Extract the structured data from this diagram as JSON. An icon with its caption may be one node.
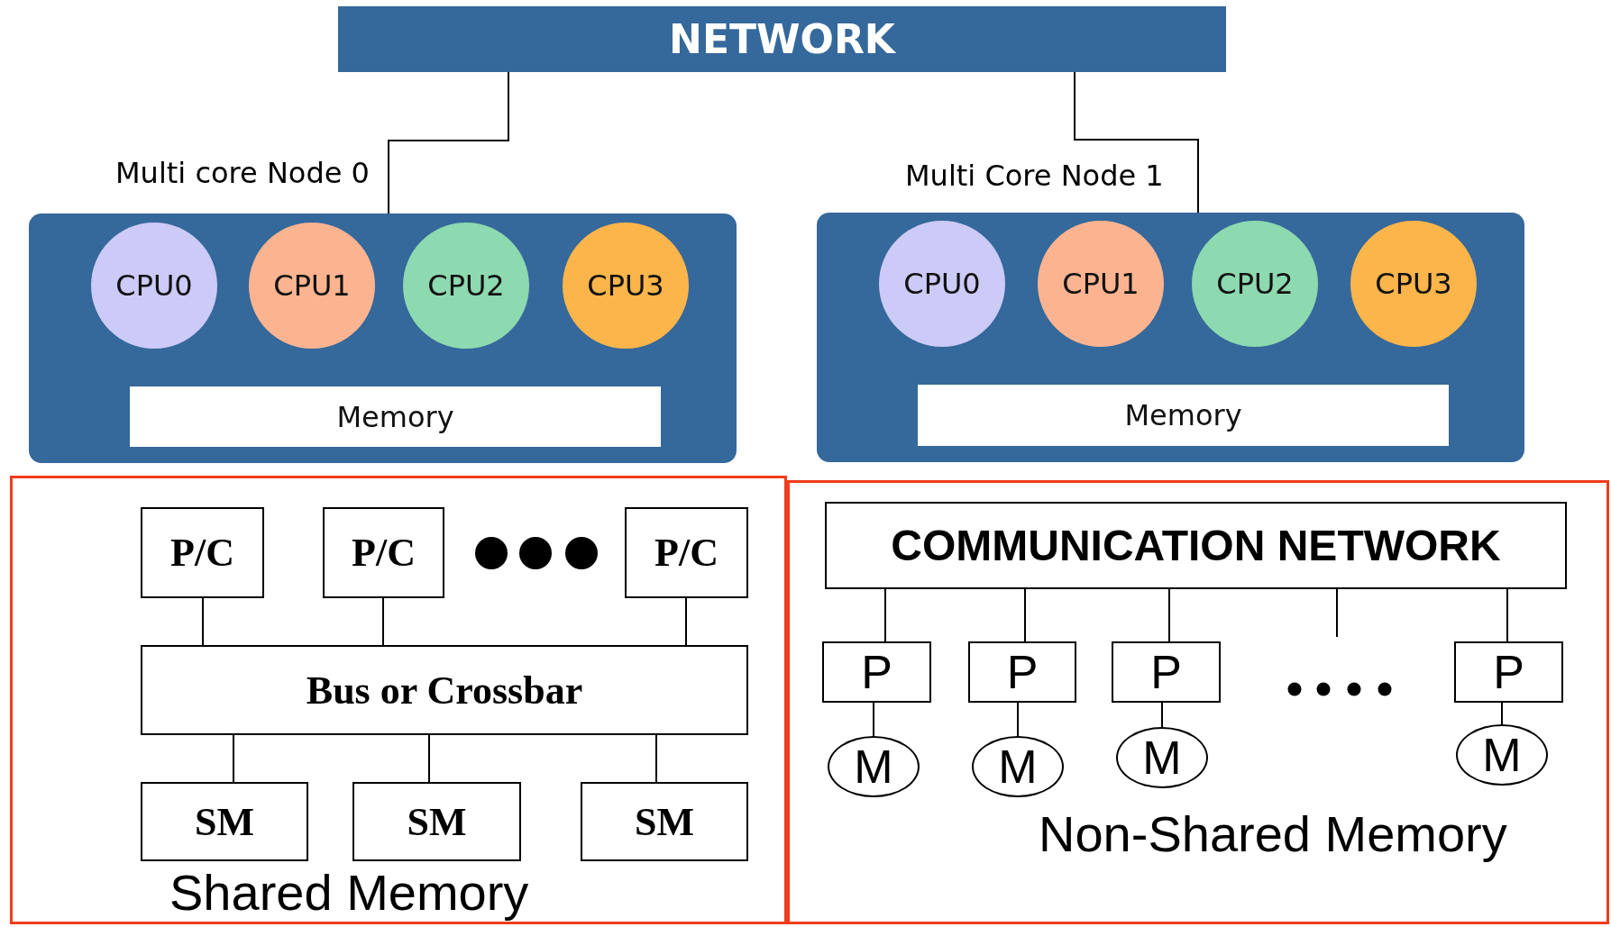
{
  "diagram": {
    "nodes": [
      {
        "text": [
          "NETWORK"
        ]
      },
      {
        "text": [
          "Multi core Node 0"
        ]
      },
      {
        "text": [
          "CPU0"
        ],
        "in": 1
      },
      {
        "text": [
          "CPU1"
        ],
        "in": 1
      },
      {
        "text": [
          "CPU2"
        ],
        "in": 1
      },
      {
        "text": [
          "CPU3"
        ],
        "in": 1
      },
      {
        "text": [
          "Memory"
        ],
        "in": 1
      },
      {
        "text": [
          "Multi Core Node 1"
        ]
      },
      {
        "text": [
          "CPU0"
        ],
        "in": 7
      },
      {
        "text": [
          "CPU1"
        ],
        "in": 7
      },
      {
        "text": [
          "CPU2"
        ],
        "in": 7
      },
      {
        "text": [
          "CPU3"
        ],
        "in": 7
      },
      {
        "text": [
          "Memory"
        ],
        "in": 7
      },
      {
        "text": [
          "Shared Memory"
        ]
      },
      {
        "text": [
          "P/C"
        ],
        "in": 13
      },
      {
        "text": [
          "P/C"
        ],
        "in": 13
      },
      {
        "text": [
          "P/C"
        ],
        "in": 13
      },
      {
        "text": [
          "Bus or Crossbar"
        ],
        "in": 13
      },
      {
        "text": [
          "SM"
        ],
        "in": 13
      },
      {
        "text": [
          "SM"
        ],
        "in": 13
      },
      {
        "text": [
          "SM"
        ],
        "in": 13
      },
      {
        "text": [
          "Non-Shared Memory"
        ]
      },
      {
        "text": [
          "COMMUNICATION NETWORK"
        ],
        "in": 21
      },
      {
        "text": [
          "P"
        ],
        "in": 21
      },
      {
        "text": [
          "P"
        ],
        "in": 21
      },
      {
        "text": [
          "P"
        ],
        "in": 21
      },
      {
        "text": [
          "P"
        ],
        "in": 21
      },
      {
        "text": [
          "M"
        ],
        "in": 21
      },
      {
        "text": [
          "M"
        ],
        "in": 21
      },
      {
        "text": [
          "M"
        ],
        "in": 21
      },
      {
        "text": [
          "M"
        ],
        "in": 21
      }
    ],
    "edges": [
      {
        "from": 0,
        "to": 1,
        "arrow": "none"
      },
      {
        "from": 0,
        "to": 7,
        "arrow": "none"
      },
      {
        "from": 14,
        "to": 17,
        "arrow": "none"
      },
      {
        "from": 15,
        "to": 17,
        "arrow": "none"
      },
      {
        "from": 16,
        "to": 17,
        "arrow": "none"
      },
      {
        "from": 17,
        "to": 18,
        "arrow": "none"
      },
      {
        "from": 17,
        "to": 19,
        "arrow": "none"
      },
      {
        "from": 17,
        "to": 20,
        "arrow": "none"
      },
      {
        "from": 22,
        "to": 23,
        "arrow": "none"
      },
      {
        "from": 22,
        "to": 24,
        "arrow": "none"
      },
      {
        "from": 22,
        "to": 25,
        "arrow": "none"
      },
      {
        "from": 22,
        "to": 26,
        "arrow": "none"
      },
      {
        "from": 22,
        "to": null,
        "arrow": "none"
      },
      {
        "from": 23,
        "to": 27,
        "arrow": "none"
      },
      {
        "from": 24,
        "to": 28,
        "arrow": "none"
      },
      {
        "from": 25,
        "to": 29,
        "arrow": "none"
      },
      {
        "from": 26,
        "to": 30,
        "arrow": "none"
      }
    ]
  }
}
